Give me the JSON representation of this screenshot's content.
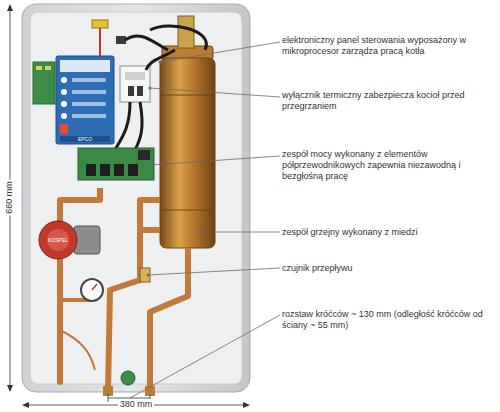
{
  "diagram": {
    "labels": [
      "elektroniczny panel sterowania wyposażony w mikroprocesor zarządza pracą kotła",
      "wyłącznik termiczny zabezpiecza kocioł przed przegrzaniem",
      "zespół mocy wykonany z elementów półprzewodnikowych zapewnia niezawodną i bezgłośną pracę",
      "zespół grzejny wykonany z miedzi",
      "czujnik przepływu",
      "rozstaw króćców ~ 130 mm (odległość króćców od ściany ~ 55 mm)",
      "660 mm",
      "380 mm",
      "EPCO",
      "KOSPEL"
    ]
  }
}
